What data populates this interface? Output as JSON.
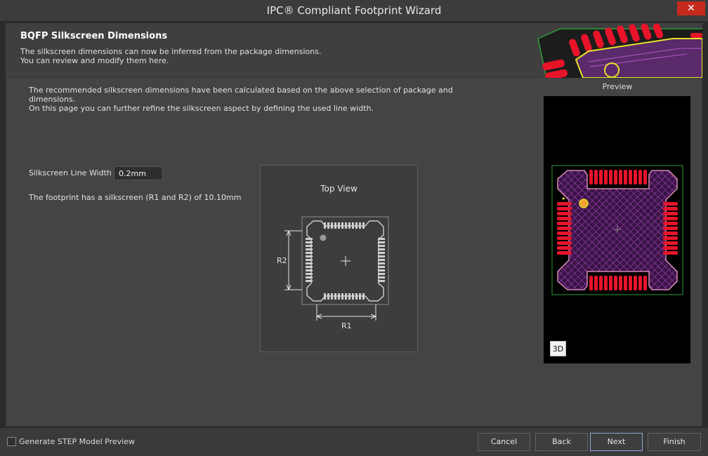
{
  "window": {
    "title": "IPC® Compliant Footprint Wizard",
    "close_label": "✕"
  },
  "header": {
    "title": "BQFP Silkscreen Dimensions",
    "line1": "The silkscreen dimensions can now be inferred from the package dimensions.",
    "line2": "You can review and modify them here."
  },
  "description": {
    "line1": "The recommended silkscreen dimensions have been calculated based on the above selection of package and",
    "line2": "dimensions.",
    "line3": "On this page you can further refine the silkscreen aspect by defining the used line width."
  },
  "silkscreen": {
    "line_width_label": "Silkscreen Line Width",
    "line_width_value": "0.2mm",
    "info": "The footprint has a silkscreen (R1 and R2) of 10.10mm"
  },
  "top_view": {
    "title": "Top View",
    "r1_label": "R1",
    "r2_label": "R2"
  },
  "preview": {
    "label": "Preview",
    "btn_3d": "3D"
  },
  "footer": {
    "generate_step_label": "Generate STEP Model Preview",
    "generate_step_checked": false,
    "cancel": "Cancel",
    "back": "Back",
    "next": "Next",
    "finish": "Finish"
  },
  "colors": {
    "pad_red": "#e8142a",
    "outline_yellow": "#e8e02a",
    "body_purple": "#7a2a8a",
    "board_green": "#2f9c3a",
    "close_red": "#c42b1c"
  }
}
